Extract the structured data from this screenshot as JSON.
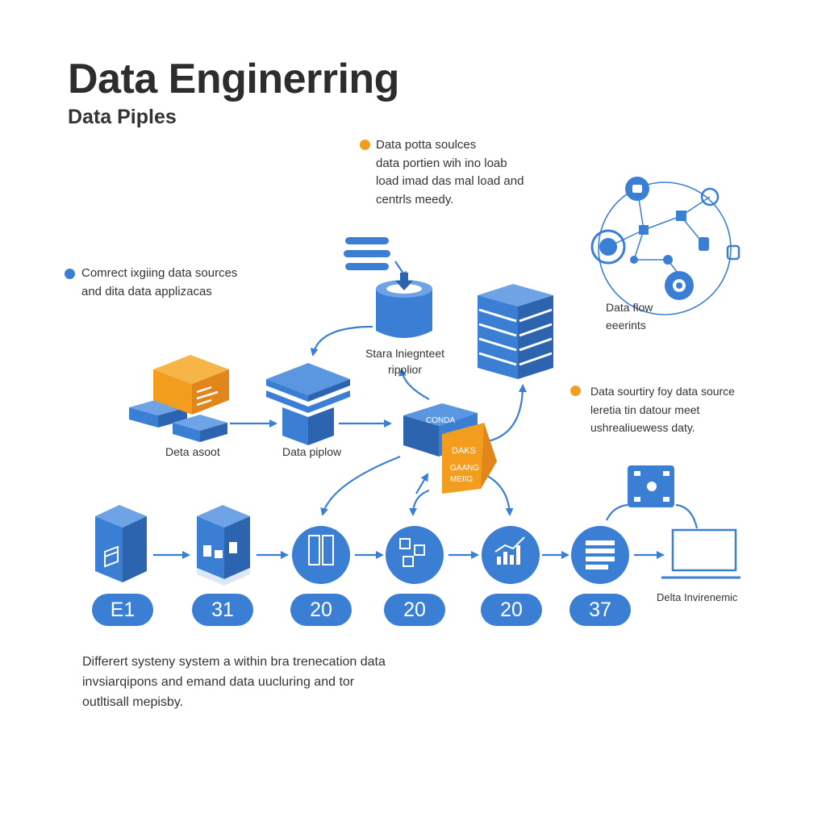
{
  "header": {
    "title": "Data Enginerring",
    "subtitle": "Data Piples"
  },
  "notes": {
    "top": [
      "Data potta soulces",
      "data portien wih ino loab",
      "load imad das mal load and",
      "centrls meedy."
    ],
    "left": [
      "Comrect ixgiing data sources",
      "and dita data applizacas"
    ],
    "right": [
      "Data sourtiry foy data source",
      "leretia tin datour meet",
      "ushrealiuewess daty."
    ]
  },
  "labels": {
    "data_asoot": "Deta asoot",
    "data_piplow": "Data piplow",
    "stora": [
      "Stara lniegnteet",
      "ripolior"
    ],
    "data_flow": [
      "Data flow",
      "eeerints"
    ],
    "environment": "Delta Invirenemic",
    "chip_top": "CONDA",
    "chip_orange": [
      "DAKS",
      "GAANG",
      "MEIIG"
    ]
  },
  "stages": [
    "E1",
    "31",
    "20",
    "20",
    "20",
    "37"
  ],
  "footer": [
    "Differert systeny system a within bra trenecation data",
    "invsiarqipons and emand data uucluring and tor",
    "outltisall mepisby."
  ],
  "colors": {
    "primary_blue": "#3b7fd4",
    "dark_blue": "#2c64b0",
    "accent_orange": "#f29d1e"
  }
}
